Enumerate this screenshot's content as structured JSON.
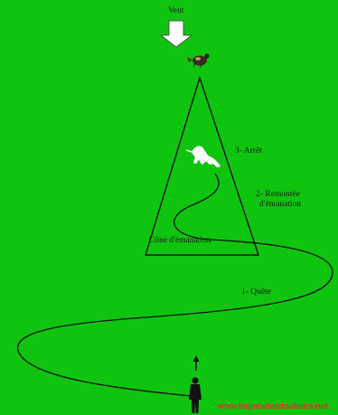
{
  "diagram": {
    "background_color": "#0fc40f",
    "line_color": "#111111",
    "labels": {
      "wind": "Vent",
      "stop": "3- Arrêt",
      "trace_back": "2- Remontée d'émanation",
      "trace_back_line1": "2- Remontée",
      "trace_back_line2": "d'émanation",
      "cone": "Cône d'émanation",
      "quest": "1- Quête"
    },
    "icons": {
      "wind_arrow": "down-arrow-icon",
      "game_bird": "bird-icon",
      "dog": "pointer-dog-icon",
      "hunter": "hunter-silhouette-icon",
      "small_arrow": "up-arrow-icon"
    },
    "watermark": "www.lequeudesdouleurs.net",
    "watermark_color": "#e0302a"
  }
}
